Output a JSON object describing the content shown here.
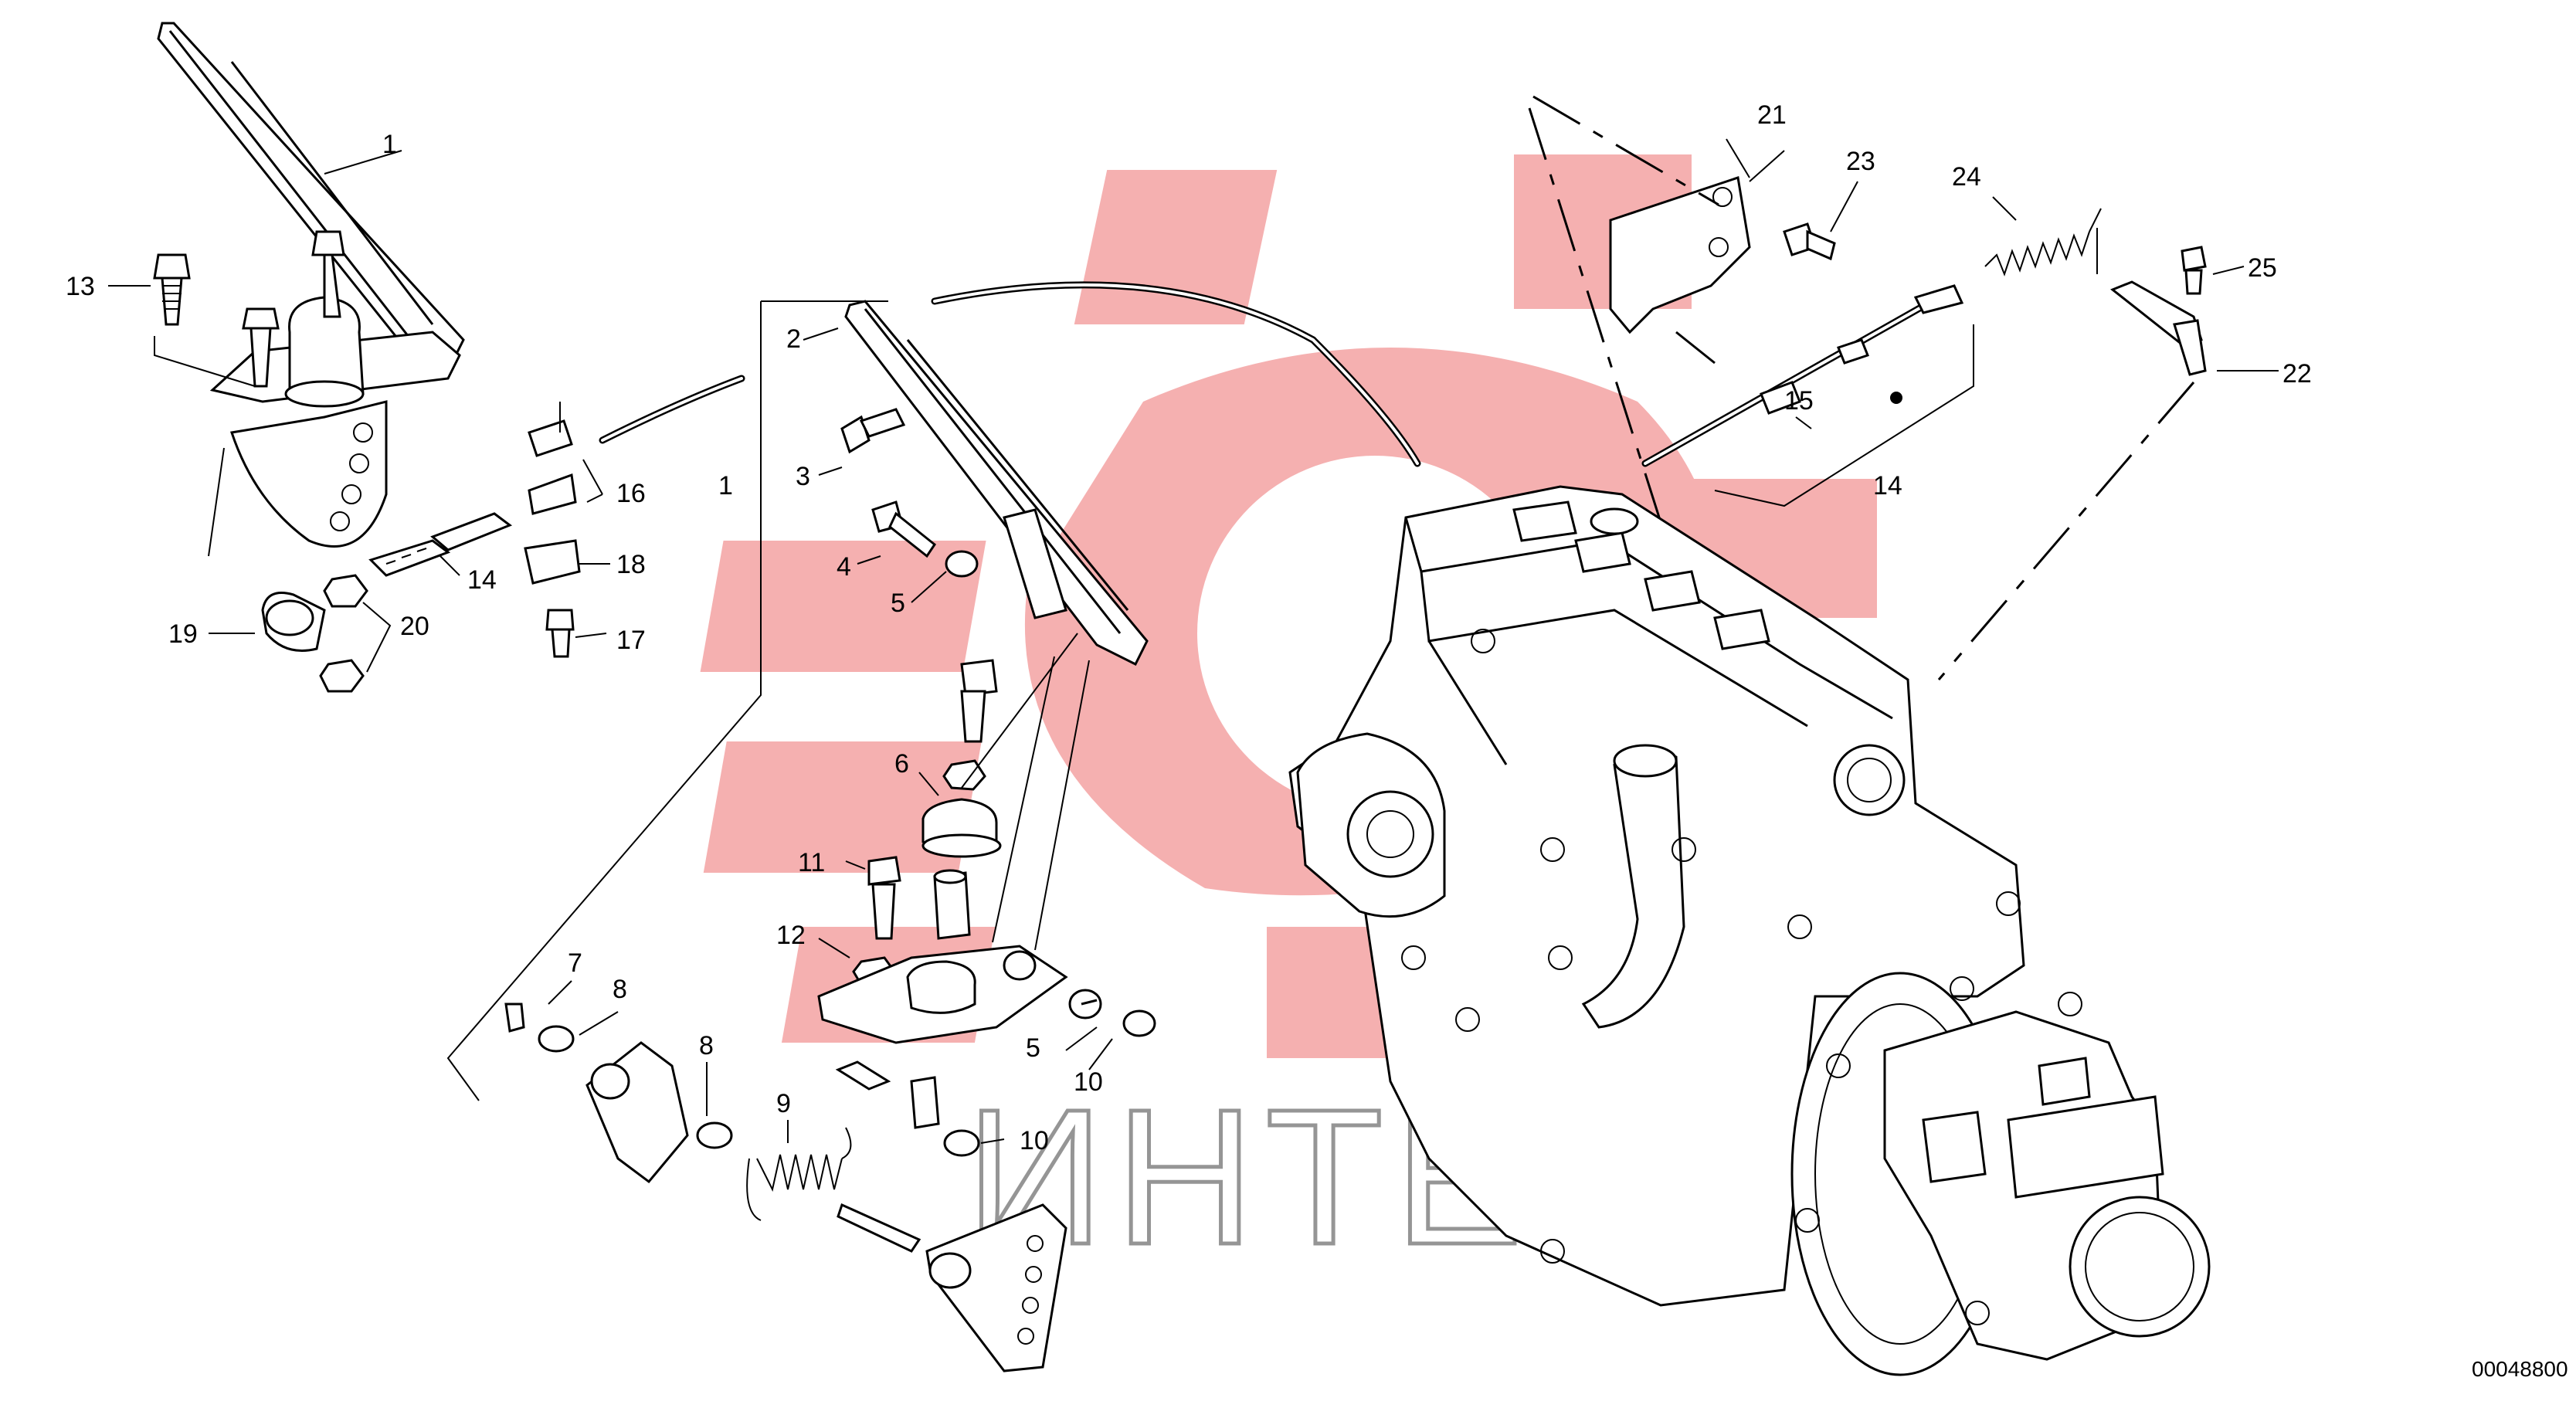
{
  "watermark": {
    "text": "ИНТЕХ",
    "gear_color": "#f4a7a8",
    "text_color": "#8a8a8a"
  },
  "drawing_number": "00048800",
  "callouts": {
    "c1a": "1",
    "c1b": "1",
    "c2": "2",
    "c3": "3",
    "c4": "4",
    "c5a": "5",
    "c5b": "5",
    "c6": "6",
    "c7": "7",
    "c8a": "8",
    "c8b": "8",
    "c9": "9",
    "c10a": "10",
    "c10b": "10",
    "c11": "11",
    "c12": "12",
    "c13": "13",
    "c14a": "14",
    "c14b": "14",
    "c15": "15",
    "c16": "16",
    "c17": "17",
    "c18": "18",
    "c19": "19",
    "c20": "20",
    "c21": "21",
    "c22": "22",
    "c23": "23",
    "c24": "24",
    "c25": "25"
  },
  "colors": {
    "line": "#000000",
    "background": "#ffffff"
  }
}
